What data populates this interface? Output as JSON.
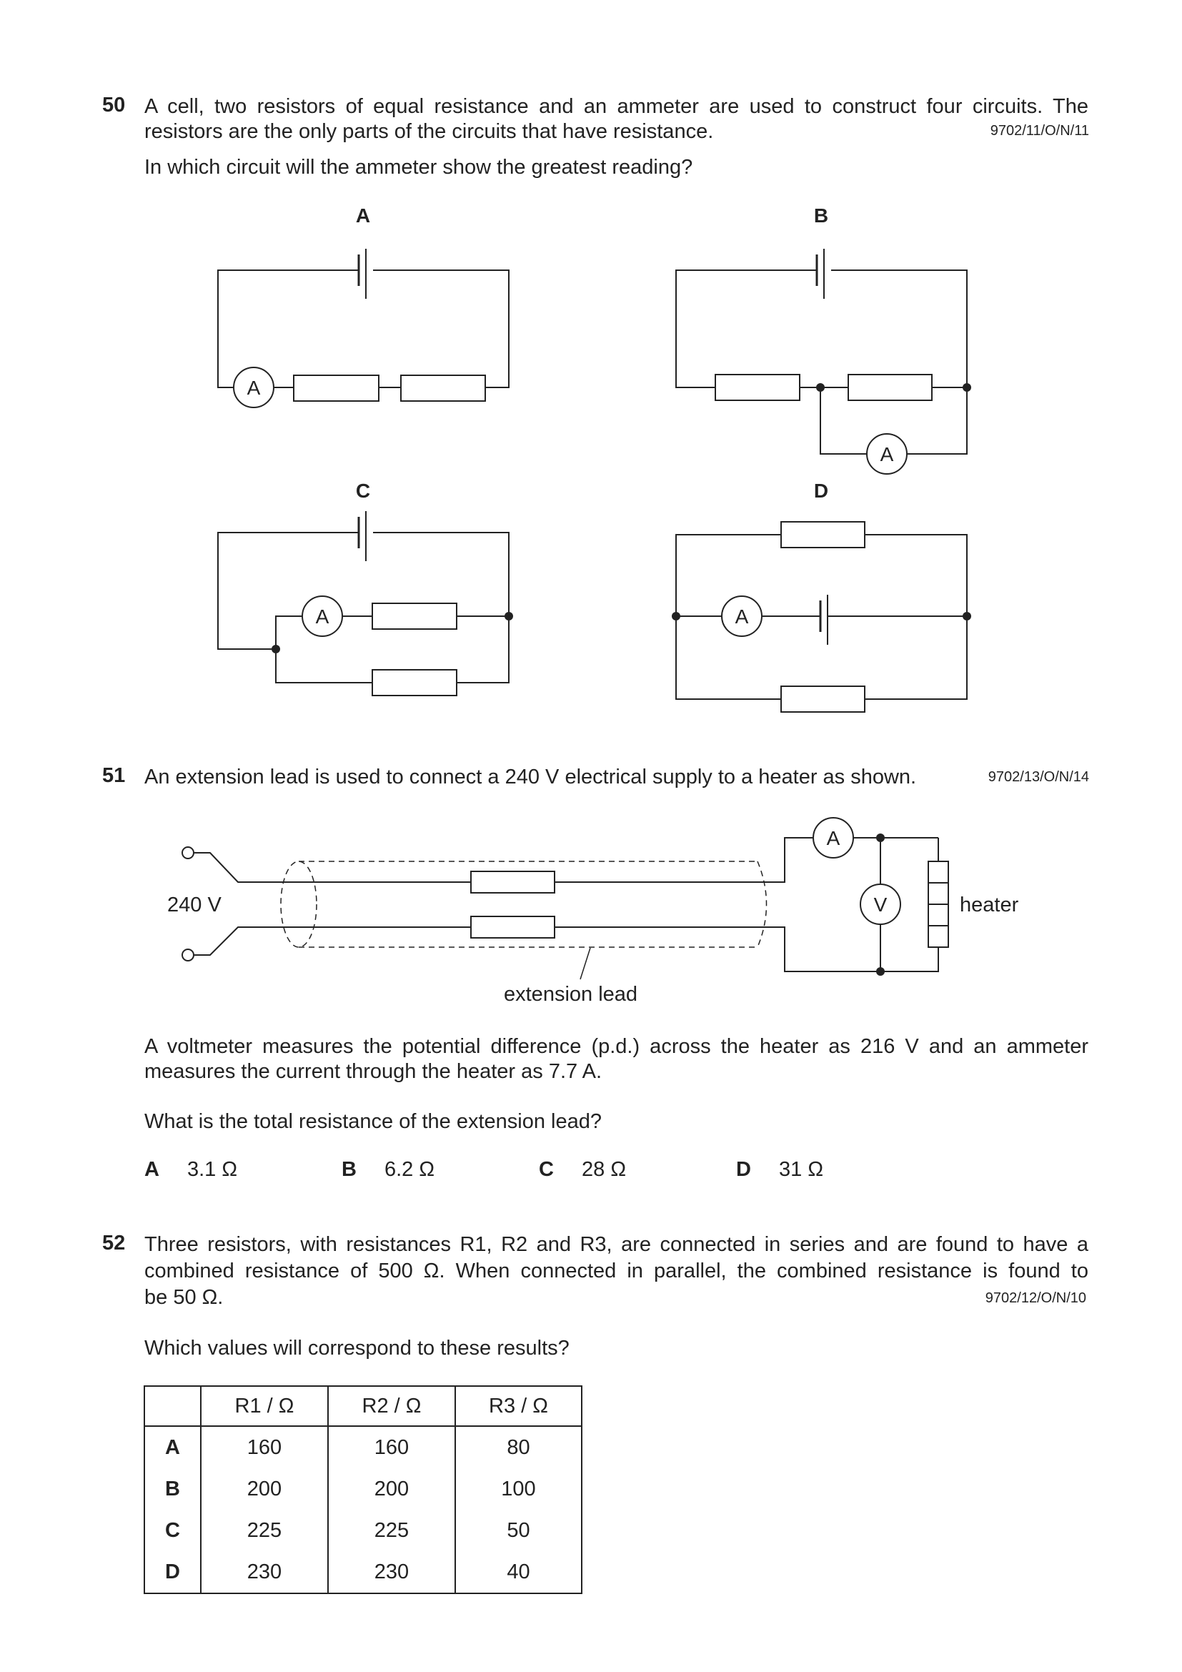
{
  "q50": {
    "number": "50",
    "line1": "A cell, two resistors of equal resistance and an ammeter are used to construct four circuits. The",
    "line2": "resistors are the only parts of the circuits that have resistance.",
    "ref": "9702/11/O/N/11",
    "question": "In which circuit will the ammeter show the greatest reading?",
    "circuit_labels": [
      "A",
      "B",
      "C",
      "D"
    ],
    "ammeter_symbol": "A"
  },
  "q51": {
    "number": "51",
    "line1": "An extension lead is used to connect a 240 V electrical supply to a heater as shown.",
    "ref": "9702/13/O/N/14",
    "diagram": {
      "supply_label": "240 V",
      "lead_label": "extension lead",
      "heater_label": "heater",
      "ammeter_symbol": "A",
      "voltmeter_symbol": "V"
    },
    "para_line1": "A voltmeter measures the potential difference (p.d.) across the heater as 216 V and an ammeter",
    "para_line2": "measures the current through the heater as 7.7 A.",
    "question": "What is the total resistance of the extension lead?",
    "options": [
      {
        "letter": "A",
        "value": "3.1 Ω"
      },
      {
        "letter": "B",
        "value": "6.2 Ω"
      },
      {
        "letter": "C",
        "value": "28 Ω"
      },
      {
        "letter": "D",
        "value": "31 Ω"
      }
    ]
  },
  "q52": {
    "number": "52",
    "line1": "Three resistors, with resistances R1, R2 and R3, are connected in series and are found to have a",
    "line2": "combined resistance of 500 Ω. When connected in parallel, the combined resistance is found to",
    "line3": "be 50 Ω.",
    "ref": "9702/12/O/N/10",
    "question": "Which values will correspond to these results?",
    "table": {
      "headers": [
        "",
        "R1 / Ω",
        "R2 / Ω",
        "R3 / Ω"
      ],
      "rows": [
        [
          "A",
          "160",
          "160",
          "80"
        ],
        [
          "B",
          "200",
          "200",
          "100"
        ],
        [
          "C",
          "225",
          "225",
          "50"
        ],
        [
          "D",
          "230",
          "230",
          "40"
        ]
      ]
    }
  }
}
